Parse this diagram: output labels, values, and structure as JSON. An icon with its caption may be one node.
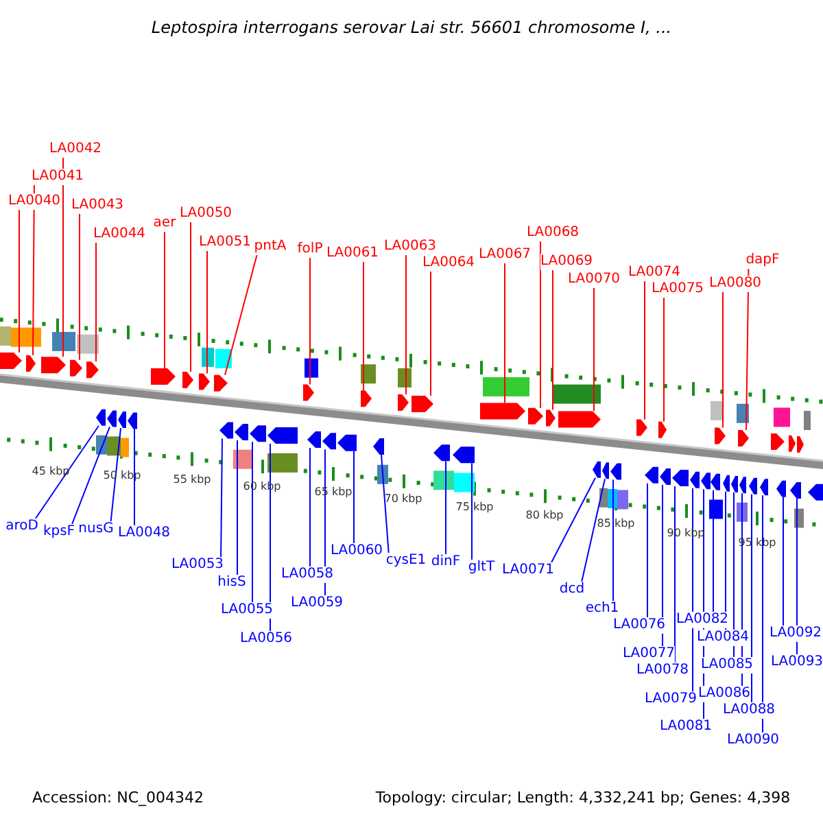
{
  "diagram": {
    "title": "Leptospira interrogans serovar Lai str. 56601 chromosome I, ...",
    "nodes": [
      {
        "text": [
          "LA0040"
        ]
      },
      {
        "text": [
          "LA0041"
        ]
      },
      {
        "text": [
          "LA0042"
        ]
      },
      {
        "text": [
          "LA0043"
        ]
      },
      {
        "text": [
          "LA0044"
        ]
      },
      {
        "text": [
          "aer"
        ]
      },
      {
        "text": [
          "LA0050"
        ]
      },
      {
        "text": [
          "LA0051"
        ]
      },
      {
        "text": [
          "pntA"
        ]
      },
      {
        "text": [
          "folP"
        ]
      },
      {
        "text": [
          "LA0061"
        ]
      },
      {
        "text": [
          "LA0063"
        ]
      },
      {
        "text": [
          "LA0064"
        ]
      },
      {
        "text": [
          "LA0067"
        ]
      },
      {
        "text": [
          "LA0068"
        ]
      },
      {
        "text": [
          "LA0069"
        ]
      },
      {
        "text": [
          "LA0070"
        ]
      },
      {
        "text": [
          "LA0074"
        ]
      },
      {
        "text": [
          "LA0075"
        ]
      },
      {
        "text": [
          "LA0080"
        ]
      },
      {
        "text": [
          "dapF"
        ]
      },
      {
        "text": [
          "aroD"
        ]
      },
      {
        "text": [
          "kpsF"
        ]
      },
      {
        "text": [
          "nusG"
        ]
      },
      {
        "text": [
          "LA0048"
        ]
      },
      {
        "text": [
          "LA0053"
        ]
      },
      {
        "text": [
          "hisS"
        ]
      },
      {
        "text": [
          "LA0055"
        ]
      },
      {
        "text": [
          "LA0056"
        ]
      },
      {
        "text": [
          "LA0058"
        ]
      },
      {
        "text": [
          "LA0059"
        ]
      },
      {
        "text": [
          "LA0060"
        ]
      },
      {
        "text": [
          "cysE1"
        ]
      },
      {
        "text": [
          "dinF"
        ]
      },
      {
        "text": [
          "gltT"
        ]
      },
      {
        "text": [
          "LA0071"
        ]
      },
      {
        "text": [
          "dcd"
        ]
      },
      {
        "text": [
          "ech1"
        ]
      },
      {
        "text": [
          "LA0076"
        ]
      },
      {
        "text": [
          "LA0077"
        ]
      },
      {
        "text": [
          "LA0078"
        ]
      },
      {
        "text": [
          "LA0079"
        ]
      },
      {
        "text": [
          "LA0081"
        ]
      },
      {
        "text": [
          "LA0082"
        ]
      },
      {
        "text": [
          "LA0084"
        ]
      },
      {
        "text": [
          "LA0085"
        ]
      },
      {
        "text": [
          "LA0086"
        ]
      },
      {
        "text": [
          "LA0088"
        ]
      },
      {
        "text": [
          "LA0090"
        ]
      },
      {
        "text": [
          "LA0092"
        ]
      },
      {
        "text": [
          "LA0093"
        ]
      },
      {
        "text": [],
        "shape": "arrow"
      },
      {
        "text": [],
        "shape": "arrow"
      },
      {
        "text": [],
        "shape": "arrow"
      },
      {
        "text": [],
        "shape": "arrow"
      },
      {
        "text": [],
        "shape": "arrow"
      },
      {
        "text": [],
        "shape": "arrow"
      },
      {
        "text": [],
        "shape": "arrow"
      },
      {
        "text": [],
        "shape": "arrow"
      },
      {
        "text": [],
        "shape": "arrow"
      },
      {
        "text": [],
        "shape": "arrow"
      },
      {
        "text": [],
        "shape": "arrow"
      },
      {
        "text": [],
        "shape": "arrow"
      },
      {
        "text": [],
        "shape": "arrow"
      },
      {
        "text": [],
        "shape": "arrow"
      },
      {
        "text": [],
        "shape": "arrow"
      },
      {
        "text": [],
        "shape": "arrow"
      },
      {
        "text": [],
        "shape": "arrow"
      },
      {
        "text": [],
        "shape": "arrow"
      },
      {
        "text": [],
        "shape": "arrow"
      },
      {
        "text": [],
        "shape": "arrow"
      },
      {
        "text": [],
        "shape": "arrow"
      },
      {
        "text": [],
        "shape": "arrow"
      },
      {
        "text": [],
        "shape": "arrow"
      },
      {
        "text": [],
        "shape": "arrow"
      },
      {
        "text": [],
        "shape": "arrow"
      },
      {
        "text": [],
        "shape": "arrow"
      },
      {
        "text": [],
        "shape": "arrow"
      },
      {
        "text": [],
        "shape": "arrow"
      },
      {
        "text": [],
        "shape": "arrow"
      },
      {
        "text": [],
        "shape": "arrow"
      },
      {
        "text": [],
        "shape": "arrow"
      },
      {
        "text": [],
        "shape": "arrow"
      },
      {
        "text": [],
        "shape": "arrow"
      },
      {
        "text": [],
        "shape": "arrow"
      },
      {
        "text": [],
        "shape": "arrow"
      },
      {
        "text": [],
        "shape": "arrow"
      },
      {
        "text": [],
        "shape": "arrow"
      },
      {
        "text": [],
        "shape": "arrow"
      },
      {
        "text": [],
        "shape": "arrow"
      },
      {
        "text": [],
        "shape": "arrow"
      },
      {
        "text": [],
        "shape": "arrow"
      },
      {
        "text": [],
        "shape": "arrow"
      },
      {
        "text": [],
        "shape": "arrow"
      },
      {
        "text": [],
        "shape": "arrow"
      },
      {
        "text": [],
        "shape": "arrow"
      },
      {
        "text": [],
        "shape": "arrow"
      },
      {
        "text": [],
        "shape": "arrow"
      },
      {
        "text": [],
        "shape": "arrow"
      },
      {
        "text": [],
        "shape": "arrow"
      },
      {
        "text": [],
        "shape": "arrow"
      },
      {
        "text": [],
        "shape": "arrow"
      }
    ],
    "edges": [
      {
        "from": 0,
        "to": 51,
        "arrow": "none",
        "color": "#ff0000"
      },
      {
        "from": 1,
        "to": 52,
        "arrow": "none",
        "color": "#ff0000"
      },
      {
        "from": 2,
        "to": 53,
        "arrow": "none",
        "color": "#ff0000"
      },
      {
        "from": 3,
        "to": 54,
        "arrow": "none",
        "color": "#ff0000"
      },
      {
        "from": 4,
        "to": 55,
        "arrow": "none",
        "color": "#ff0000"
      },
      {
        "from": 5,
        "to": 56,
        "arrow": "none",
        "color": "#ff0000"
      },
      {
        "from": 6,
        "to": 57,
        "arrow": "none",
        "color": "#ff0000"
      },
      {
        "from": 7,
        "to": 58,
        "arrow": "none",
        "color": "#ff0000"
      },
      {
        "from": 8,
        "to": 59,
        "arrow": "none",
        "color": "#ff0000"
      },
      {
        "from": 9,
        "to": 60,
        "arrow": "none",
        "color": "#ff0000"
      },
      {
        "from": 10,
        "to": 61,
        "arrow": "none",
        "color": "#ff0000"
      },
      {
        "from": 11,
        "to": 62,
        "arrow": "none",
        "color": "#ff0000"
      },
      {
        "from": 12,
        "to": 63,
        "arrow": "none",
        "color": "#ff0000"
      },
      {
        "from": 13,
        "to": 64,
        "arrow": "none",
        "color": "#ff0000"
      },
      {
        "from": 14,
        "to": 65,
        "arrow": "none",
        "color": "#ff0000"
      },
      {
        "from": 15,
        "to": 66,
        "arrow": "none",
        "color": "#ff0000"
      },
      {
        "from": 16,
        "to": 67,
        "arrow": "none",
        "color": "#ff0000"
      },
      {
        "from": 17,
        "to": 68,
        "arrow": "none",
        "color": "#ff0000"
      },
      {
        "from": 18,
        "to": 69,
        "arrow": "none",
        "color": "#ff0000"
      },
      {
        "from": 19,
        "to": 70,
        "arrow": "none",
        "color": "#ff0000"
      },
      {
        "from": 20,
        "to": 71,
        "arrow": "none",
        "color": "#ff0000"
      },
      {
        "from": 21,
        "to": 72,
        "arrow": "none"
      },
      {
        "from": 22,
        "to": 73,
        "arrow": "none"
      },
      {
        "from": 23,
        "to": 74,
        "arrow": "none"
      },
      {
        "from": 24,
        "to": 75,
        "arrow": "none"
      },
      {
        "from": 25,
        "to": 76,
        "arrow": "none"
      },
      {
        "from": 26,
        "to": 77,
        "arrow": "none"
      },
      {
        "from": 27,
        "to": 78,
        "arrow": "none"
      },
      {
        "from": 28,
        "to": 79,
        "arrow": "none"
      },
      {
        "from": 29,
        "to": 80,
        "arrow": "none"
      },
      {
        "from": 30,
        "to": 81,
        "arrow": "none"
      },
      {
        "from": 31,
        "to": 82,
        "arrow": "none"
      },
      {
        "from": 32,
        "to": 83,
        "arrow": "none"
      },
      {
        "from": 33,
        "to": 84,
        "arrow": "none"
      },
      {
        "from": 34,
        "to": 85,
        "arrow": "none"
      },
      {
        "from": 35,
        "to": 86,
        "arrow": "none"
      },
      {
        "from": 36,
        "to": 87,
        "arrow": "none"
      },
      {
        "from": 37,
        "to": 88,
        "arrow": "none"
      },
      {
        "from": 38,
        "to": 89,
        "arrow": "none"
      },
      {
        "from": 39,
        "to": 90,
        "arrow": "none"
      },
      {
        "from": 40,
        "to": 91,
        "arrow": "none"
      },
      {
        "from": 41,
        "to": 92,
        "arrow": "none"
      },
      {
        "from": 42,
        "to": 93,
        "arrow": "none"
      },
      {
        "from": 43,
        "to": 94,
        "arrow": "none"
      },
      {
        "from": 44,
        "to": 95,
        "arrow": "none"
      },
      {
        "from": 45,
        "to": 96,
        "arrow": "none"
      },
      {
        "from": 46,
        "to": 97,
        "arrow": "none"
      },
      {
        "from": 47,
        "to": 98,
        "arrow": "none"
      },
      {
        "from": 48,
        "to": 99,
        "arrow": "none"
      },
      {
        "from": 49,
        "to": 100,
        "arrow": "none"
      },
      {
        "from": 50,
        "to": 101,
        "arrow": "none"
      }
    ],
    "labels": [
      "45 kbp",
      "50 kbp",
      "55 kbp",
      "60 kbp",
      "65 kbp",
      "70 kbp",
      "75 kbp",
      "80 kbp",
      "85 kbp",
      "90 kbp",
      "95 kbp",
      "Accession: NC_004342",
      "Topology: circular; Length: 4,332,241 bp; Genes: 4,398"
    ]
  }
}
